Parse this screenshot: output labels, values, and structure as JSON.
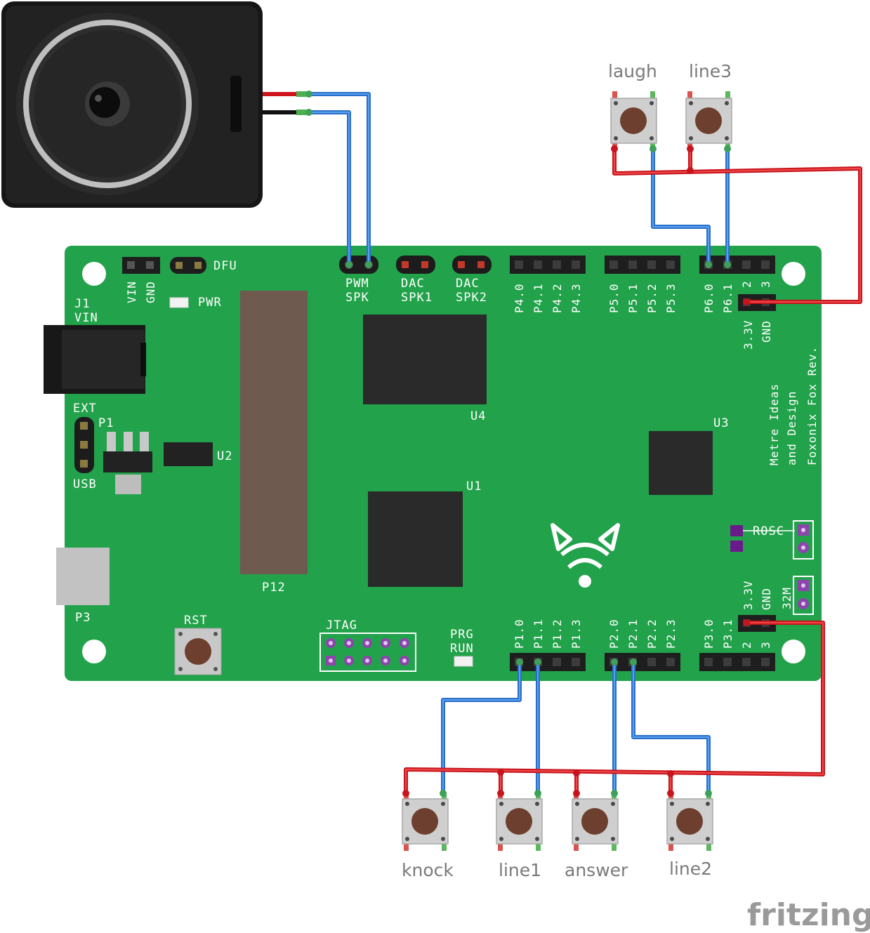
{
  "board": {
    "name": "Foxonix Fox Rev.",
    "maker_line1": "Metre Ideas",
    "maker_line2": "and Design",
    "labels": {
      "vin": "VIN",
      "gnd": "GND",
      "dfu": "DFU",
      "pwr": "PWR",
      "j1": "J1",
      "j1_vin": "VIN",
      "ext": "EXT",
      "p1": "P1",
      "usb": "USB",
      "u2": "U2",
      "u4": "U4",
      "u3": "U3",
      "u1": "U1",
      "p12": "P12",
      "p3": "P3",
      "rst": "RST",
      "jtag": "JTAG",
      "prg": "PRG",
      "run": "RUN",
      "pwm": "PWM",
      "spk": "SPK",
      "dac1_top": "DAC",
      "dac1_bot": "SPK1",
      "dac2_top": "DAC",
      "dac2_bot": "SPK2",
      "rosc": "ROSC",
      "x32m": "32M",
      "v33_top": "3.3V",
      "gnd_top": "GND",
      "v33_bot": "3.3V",
      "gnd_bot": "GND"
    },
    "pins_top": {
      "p4": [
        "P4.0",
        "P4.1",
        "P4.2",
        "P4.3"
      ],
      "p5": [
        "P5.0",
        "P5.1",
        "P5.2",
        "P5.3"
      ],
      "p6": [
        "P6.0",
        "P6.1",
        "2",
        "3"
      ]
    },
    "pins_bottom": {
      "p1": [
        "P1.0",
        "P1.1",
        "P1.2",
        "P1.3"
      ],
      "p2": [
        "P2.0",
        "P2.1",
        "P2.2",
        "P2.3"
      ],
      "p3": [
        "P3.0",
        "P3.1",
        "2",
        "3"
      ]
    }
  },
  "buttons": {
    "laugh": "laugh",
    "line3": "line3",
    "knock": "knock",
    "line1": "line1",
    "answer": "answer",
    "line2": "line2"
  },
  "watermark": "fritzing",
  "colors": {
    "board": "#22a24a",
    "wire_signal": "#2a6fc9",
    "wire_ground": "#c8141c",
    "chip": "#2a2a2a"
  }
}
